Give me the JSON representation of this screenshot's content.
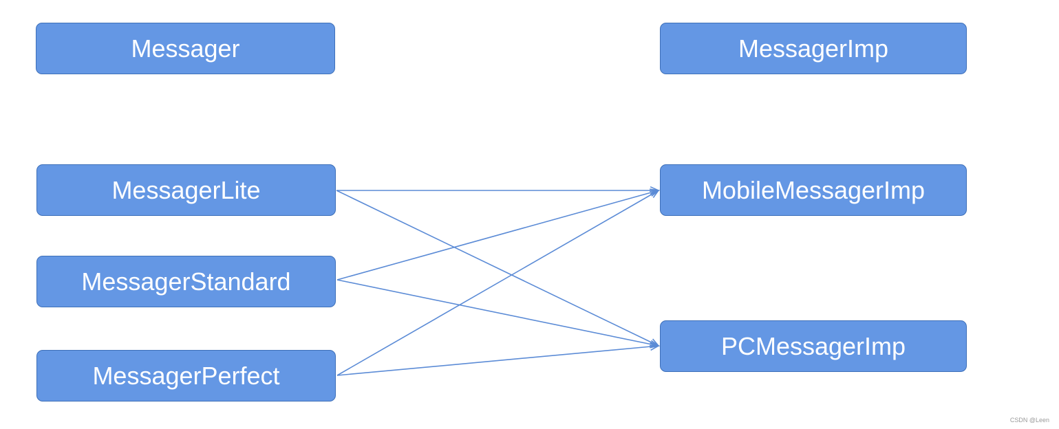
{
  "colors": {
    "box_fill": "#6497e4",
    "box_border": "#3d6fb8",
    "box_text": "#ffffff",
    "arrow": "#5b8bd6"
  },
  "nodes": {
    "messager": "Messager",
    "messager_imp": "MessagerImp",
    "messager_lite": "MessagerLite",
    "messager_standard": "MessagerStandard",
    "messager_perfect": "MessagerPerfect",
    "mobile_messager_imp": "MobileMessagerImp",
    "pc_messager_imp": "PCMessagerImp"
  },
  "edges": [
    {
      "from": "messager_lite",
      "to": "mobile_messager_imp"
    },
    {
      "from": "messager_lite",
      "to": "pc_messager_imp"
    },
    {
      "from": "messager_standard",
      "to": "mobile_messager_imp"
    },
    {
      "from": "messager_standard",
      "to": "pc_messager_imp"
    },
    {
      "from": "messager_perfect",
      "to": "mobile_messager_imp"
    },
    {
      "from": "messager_perfect",
      "to": "pc_messager_imp"
    }
  ],
  "watermark": "CSDN @Leen"
}
